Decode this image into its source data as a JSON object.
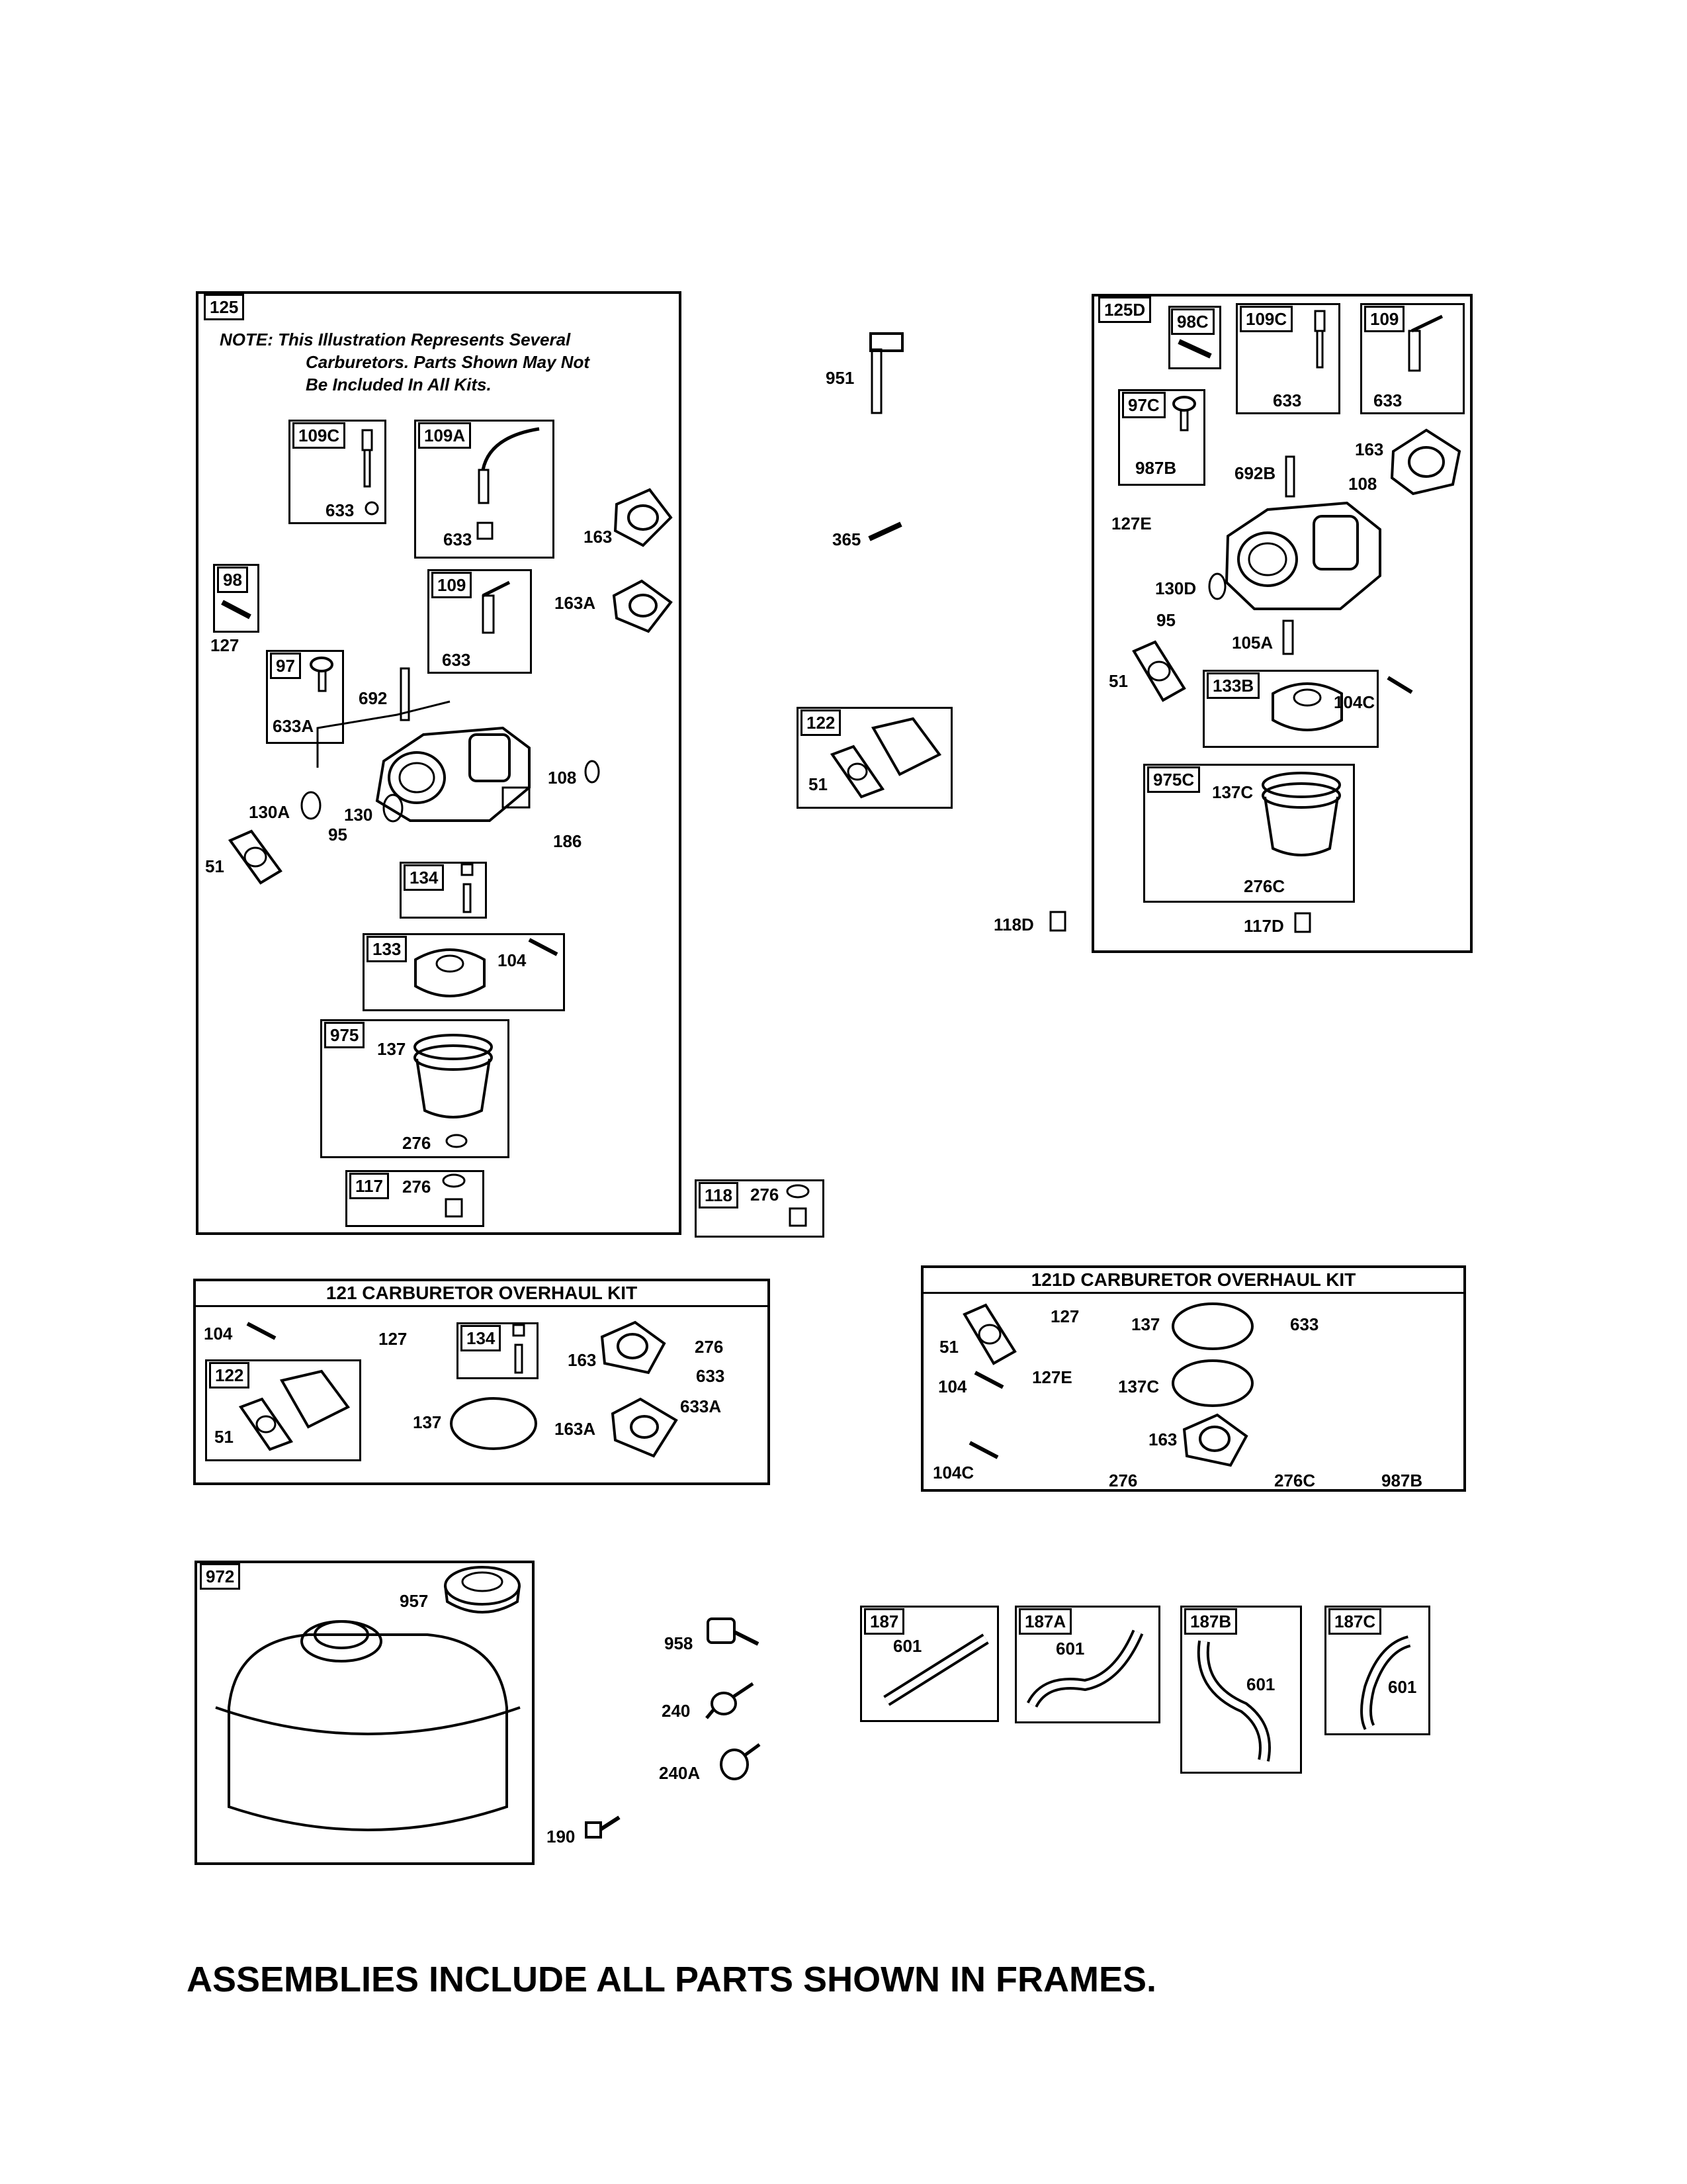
{
  "assembly_125": {
    "tag": "125",
    "note_prefix": "NOTE:",
    "note_lines": [
      "This Illustration Represents Several",
      "Carburetors. Parts Shown May Not",
      "Be Included In All Kits."
    ],
    "labels": {
      "t109c": "109C",
      "l633a": "633",
      "t109a": "109A",
      "l633b": "633",
      "l163": "163",
      "t98": "98",
      "l127": "127",
      "t109": "109",
      "l633c": "633",
      "l163a": "163A",
      "t97": "97",
      "l692": "692",
      "l633A": "633A",
      "l108": "108",
      "l130a": "130A",
      "l130": "130",
      "l95": "95",
      "l186": "186",
      "l51": "51",
      "t134": "134",
      "t133": "133",
      "l104": "104",
      "t975": "975",
      "l137": "137",
      "l276a": "276",
      "t117": "117",
      "l276b": "276"
    }
  },
  "loose_parts": {
    "l951": "951",
    "l365": "365",
    "t122": "122",
    "l51": "51",
    "t118": "118",
    "l276": "276",
    "l118d": "118D"
  },
  "assembly_125d": {
    "tag": "125D",
    "labels": {
      "t98c": "98C",
      "t109c": "109C",
      "l633a": "633",
      "t109": "109",
      "l633b": "633",
      "t97c": "97C",
      "l987b": "987B",
      "l692b": "692B",
      "l163": "163",
      "l108": "108",
      "l127e": "127E",
      "l130d": "130D",
      "l95": "95",
      "l105a": "105A",
      "l51": "51",
      "t133b": "133B",
      "l104c": "104C",
      "t975c": "975C",
      "l137c": "137C",
      "l276c": "276C",
      "l117d": "117D"
    }
  },
  "kit_121": {
    "title": "121 CARBURETOR OVERHAUL KIT",
    "labels": {
      "l104": "104",
      "l127": "127",
      "t134": "134",
      "l163": "163",
      "l276": "276",
      "l633": "633",
      "l633a": "633A",
      "t122": "122",
      "l51": "51",
      "l137": "137",
      "l163a": "163A"
    }
  },
  "kit_121d": {
    "title": "121D CARBURETOR OVERHAUL KIT",
    "labels": {
      "l51": "51",
      "l127": "127",
      "l137": "137",
      "l633": "633",
      "l104": "104",
      "l127e": "127E",
      "l137c": "137C",
      "l163": "163",
      "l104c": "104C",
      "l276": "276",
      "l276c": "276C",
      "l987b": "987B"
    }
  },
  "fuel": {
    "t972": "972",
    "l957": "957",
    "l958": "958",
    "l240": "240",
    "l240a": "240A",
    "l190": "190"
  },
  "lines": {
    "t187": "187",
    "l601a": "601",
    "t187a": "187A",
    "l601b": "601",
    "t187b": "187B",
    "l601c": "601",
    "t187c": "187C",
    "l601d": "601"
  },
  "footer": "ASSEMBLIES INCLUDE ALL PARTS SHOWN IN FRAMES."
}
